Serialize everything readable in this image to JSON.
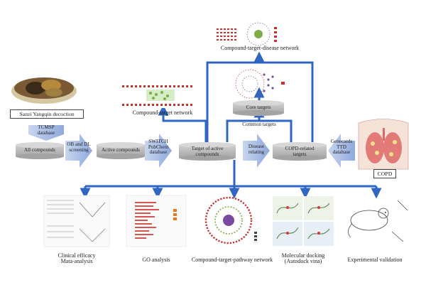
{
  "nodes": {
    "herb_label": "Sanzi Yangqin decoction",
    "tcmsp": [
      "TCMSP",
      "database"
    ],
    "all_compounds": "All compounds",
    "ob_dl": [
      "OB and DL",
      "screening"
    ],
    "active_compounds": "Active compounds",
    "swiss": [
      "SWITCH",
      "PubChem",
      "database"
    ],
    "target_active": [
      "Target of active",
      "compounds"
    ],
    "disease_relating": [
      "Disease",
      "relating"
    ],
    "copd_targets": [
      "COPD-related",
      "targets"
    ],
    "genecards": [
      "Genecards",
      "TTD",
      "database"
    ],
    "copd_label": "COPD",
    "core_targets": "Core targets",
    "common_targets": "Common targets",
    "ct_network": "Compound-target network",
    "ctd_network": "Compound-target-disease network"
  },
  "analyses": [
    {
      "label": [
        "Clinical efficacy",
        "Mata-analysis"
      ]
    },
    {
      "label": [
        "GO analysis"
      ]
    },
    {
      "label": [
        "Compound-target-pathway network"
      ]
    },
    {
      "label": [
        "Molecular docking",
        "(Autodock vina)"
      ]
    },
    {
      "label": [
        "Experimental validation"
      ]
    }
  ],
  "colors": {
    "flow_blue": "#2f66c3",
    "chevron": "#9bb3df",
    "cylinder": "#b9b9b9",
    "node_red": "#c8302c",
    "node_purple": "#7a4aa0"
  }
}
